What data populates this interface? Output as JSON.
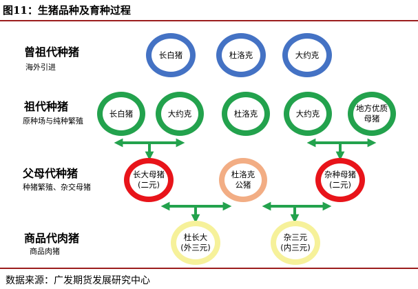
{
  "figure_title": "图11：生猪品种及育种过程",
  "source": "数据来源：广发期货发展研究中心",
  "tiers": [
    {
      "label": "曾祖代种猪",
      "sub": "海外引进"
    },
    {
      "label": "祖代种猪",
      "sub": "原种场与纯种繁殖"
    },
    {
      "label": "父母代种猪",
      "sub": "种猪繁殖、杂交母猪"
    },
    {
      "label": "商品代肉猪",
      "sub": "商品肉猪"
    }
  ],
  "nodes": {
    "ggp_landrace": "长白猪",
    "ggp_duroc": "杜洛克",
    "ggp_yorkshire": "大约克",
    "gp_landrace": "长白猪",
    "gp_yorkshire_left": "大约克",
    "gp_duroc": "杜洛克",
    "gp_yorkshire_right": "大约克",
    "gp_local": "地方优质\n母猪",
    "p_ly_sow": "长大母猪\n(二元)",
    "p_duroc_boar": "杜洛克\n公猪",
    "p_cross_sow": "杂种母猪\n(二元)",
    "c_dly": "杜长大\n(外三元)",
    "c_cross": "杂三元\n(内三元)"
  },
  "colors": {
    "ggp": "#4472c4",
    "gp": "#23a24d",
    "parent_sow": "#e8141a",
    "boar": "#f2ad84",
    "commercial": "#f6f19a",
    "arrow": "#23a24d",
    "accent_rule": "#9b1c1c"
  }
}
